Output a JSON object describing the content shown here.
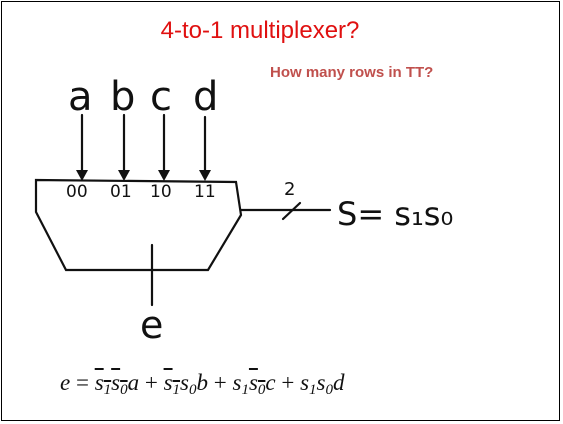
{
  "title": "4-to-1 multiplexer?",
  "subtitle": "How many rows in TT?",
  "inputs": [
    "a",
    "b",
    "c",
    "d"
  ],
  "select_codes": [
    "00",
    "01",
    "10",
    "11"
  ],
  "select_width_label": "2",
  "select_label": "S= s₁s₀",
  "output_label": "e",
  "formula": {
    "lhs": "e",
    "eq": "=",
    "plus": "+",
    "s": "s",
    "sub1": "1",
    "sub0": "0",
    "a": "a",
    "b": "b",
    "c": "c",
    "d": "d"
  }
}
